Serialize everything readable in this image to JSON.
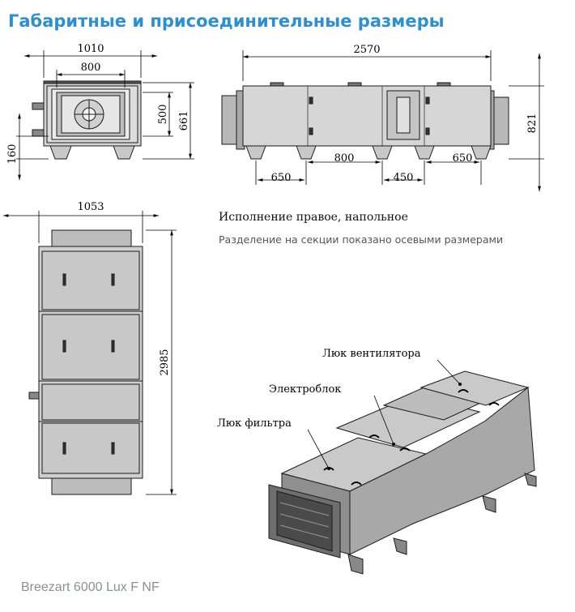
{
  "title": "Габаритные и присоединительные размеры",
  "notes": {
    "execution": "Исполнение правое, напольное",
    "sections": "Разделение на секции показано осевыми размерами"
  },
  "model": "Breezart 6000 Lux F NF",
  "dimensions": {
    "front_width": "1010",
    "front_inner": "800",
    "front_height": "661",
    "front_inner_height": "500",
    "front_base": "160",
    "side_length": "2570",
    "side_height": "821",
    "side_seg1": "650",
    "side_seg2": "800",
    "side_seg3": "450",
    "side_seg4": "650",
    "top_width": "1053",
    "top_length": "2985"
  },
  "labels": {
    "fan_hatch": "Люк вентилятора",
    "electro": "Электроблок",
    "filter_hatch": "Люк фильтра"
  },
  "colors": {
    "title": "#2b8fd3",
    "panel": "#cfcfcf",
    "panel_dark": "#9a9a9a",
    "line": "#1a1a1a"
  }
}
